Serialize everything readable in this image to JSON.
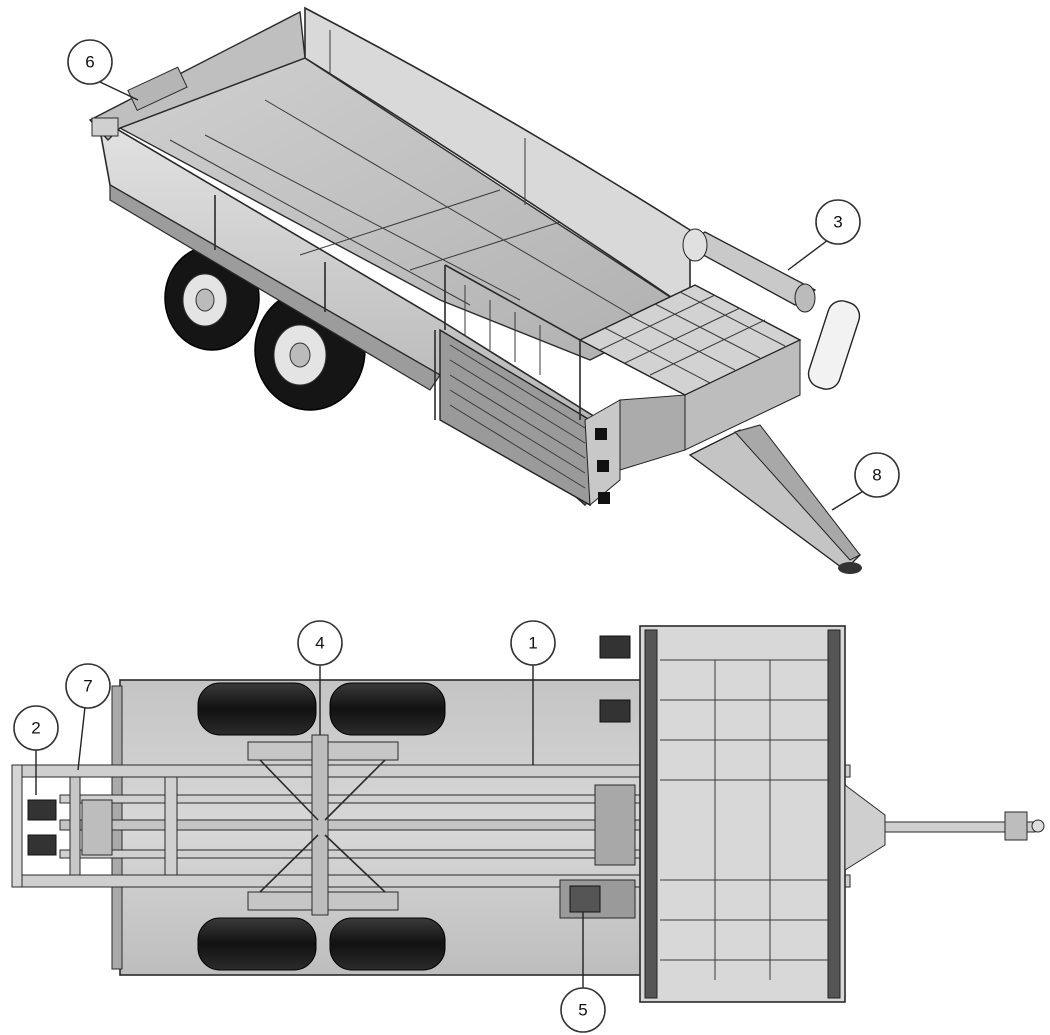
{
  "callouts": {
    "c1": "1",
    "c2": "2",
    "c3": "3",
    "c4": "4",
    "c5": "5",
    "c6": "6",
    "c7": "7",
    "c8": "8"
  },
  "colors": {
    "body": "#c9c9c9",
    "floor": "#b8b8b8",
    "wall": "#d6d6d6",
    "frame": "#a8a8a8",
    "tire": "#111111",
    "rim": "#e6e6e6",
    "line": "#2a2a2a"
  }
}
